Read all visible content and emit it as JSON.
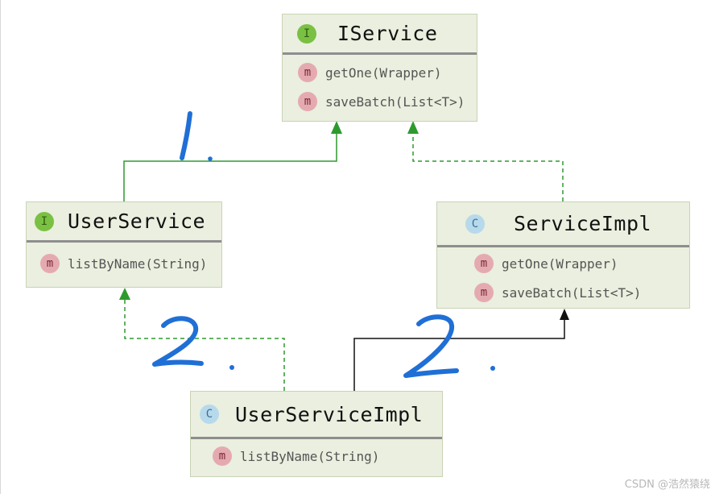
{
  "nodes": {
    "iservice": {
      "kind_icon": "I",
      "name": "IService",
      "methods": [
        {
          "icon": "m",
          "label": "getOne(Wrapper)"
        },
        {
          "icon": "m",
          "label": "saveBatch(List<T>)"
        }
      ]
    },
    "userservice": {
      "kind_icon": "I",
      "name": "UserService",
      "methods": [
        {
          "icon": "m",
          "label": "listByName(String)"
        }
      ]
    },
    "serviceimpl": {
      "kind_icon": "C",
      "name": "ServiceImpl",
      "methods": [
        {
          "icon": "m",
          "label": "getOne(Wrapper)"
        },
        {
          "icon": "m",
          "label": "saveBatch(List<T>)"
        }
      ]
    },
    "userserviceimpl": {
      "kind_icon": "C",
      "name": "UserServiceImpl",
      "methods": [
        {
          "icon": "m",
          "label": "listByName(String)"
        }
      ]
    }
  },
  "annotations": [
    "1.",
    "2.",
    "2."
  ],
  "colors": {
    "extends_line": "#2e9a2e",
    "implements_line": "#2e9a2e",
    "class_extends_line": "#111111",
    "handwriting": "#1f6fd6"
  },
  "watermark": "CSDN @浩然猿绕"
}
